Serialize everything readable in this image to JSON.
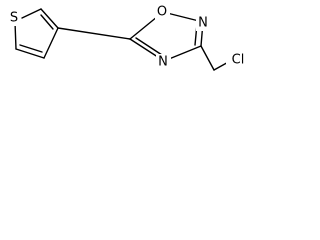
{
  "structure": {
    "atoms": {
      "thiophene_s": "S",
      "ring_o": "O",
      "ring_n_top": "N",
      "ring_n_bottom": "N",
      "chlorine": "Cl"
    }
  },
  "colors": {
    "bond": "#000000",
    "label": "#000000",
    "background": "#ffffff"
  }
}
